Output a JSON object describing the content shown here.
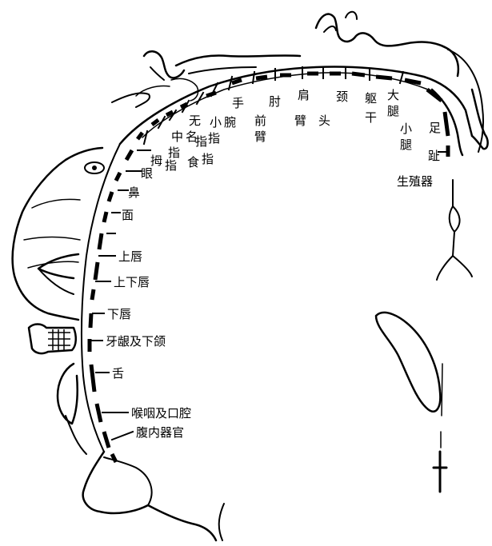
{
  "labels": {
    "toe": "趾",
    "foot": "足",
    "leg": "小腿",
    "thigh": "大腿",
    "trunk": "躯干",
    "neck": "颈",
    "head": "头",
    "shoulder": "肩",
    "arm": "臂",
    "elbow": "肘",
    "forearm": "前臂",
    "wrist": "腕",
    "hand": "手",
    "little_finger": "小指",
    "ring_finger": "无名指",
    "middle_finger": "中指",
    "index_finger": "食指",
    "thumb": "拇指",
    "eye": "眼",
    "nose": "鼻",
    "face": "面",
    "upper_lip": "上唇",
    "lips": "上下唇",
    "lower_lip": "下唇",
    "teeth_gums_jaw": "牙龈及下颌",
    "tongue": "舌",
    "pharynx_mouth": "喉咽及口腔",
    "abdominal_organs": "腹内器官",
    "genitals": "生殖器"
  }
}
